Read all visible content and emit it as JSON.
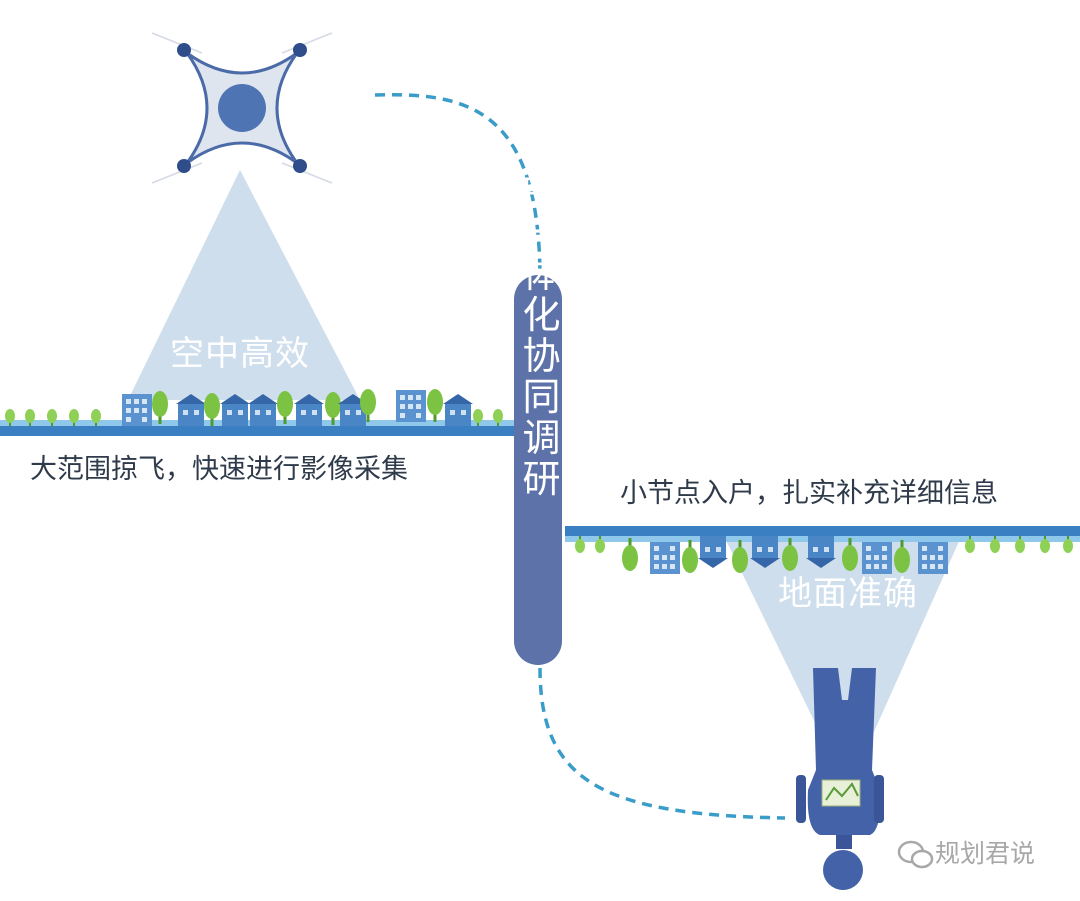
{
  "labels": {
    "air": "空中高效",
    "air_caption": "大范围掠飞，快速进行影像采集",
    "ground_caption": "小节点入户，扎实补充详细信息",
    "ground": "地面准确",
    "center": "地空一体化协同调研",
    "watermark": "规划君说"
  },
  "colors": {
    "ground_bar": "#3a7fc1",
    "building": "#4a86c6",
    "building_dark": "#3566a8",
    "tree": "#7cc243",
    "tree_dark": "#4f9a2c",
    "cone": "#c6d8ea",
    "pill": "#5d72a8",
    "dashed": "#3a9cc8",
    "person": "#4462a8",
    "drone_body": "#dfe5ef",
    "drone_hub": "#4f74b4"
  },
  "icons": [
    "drone-icon",
    "person-icon",
    "wechat-icon"
  ]
}
